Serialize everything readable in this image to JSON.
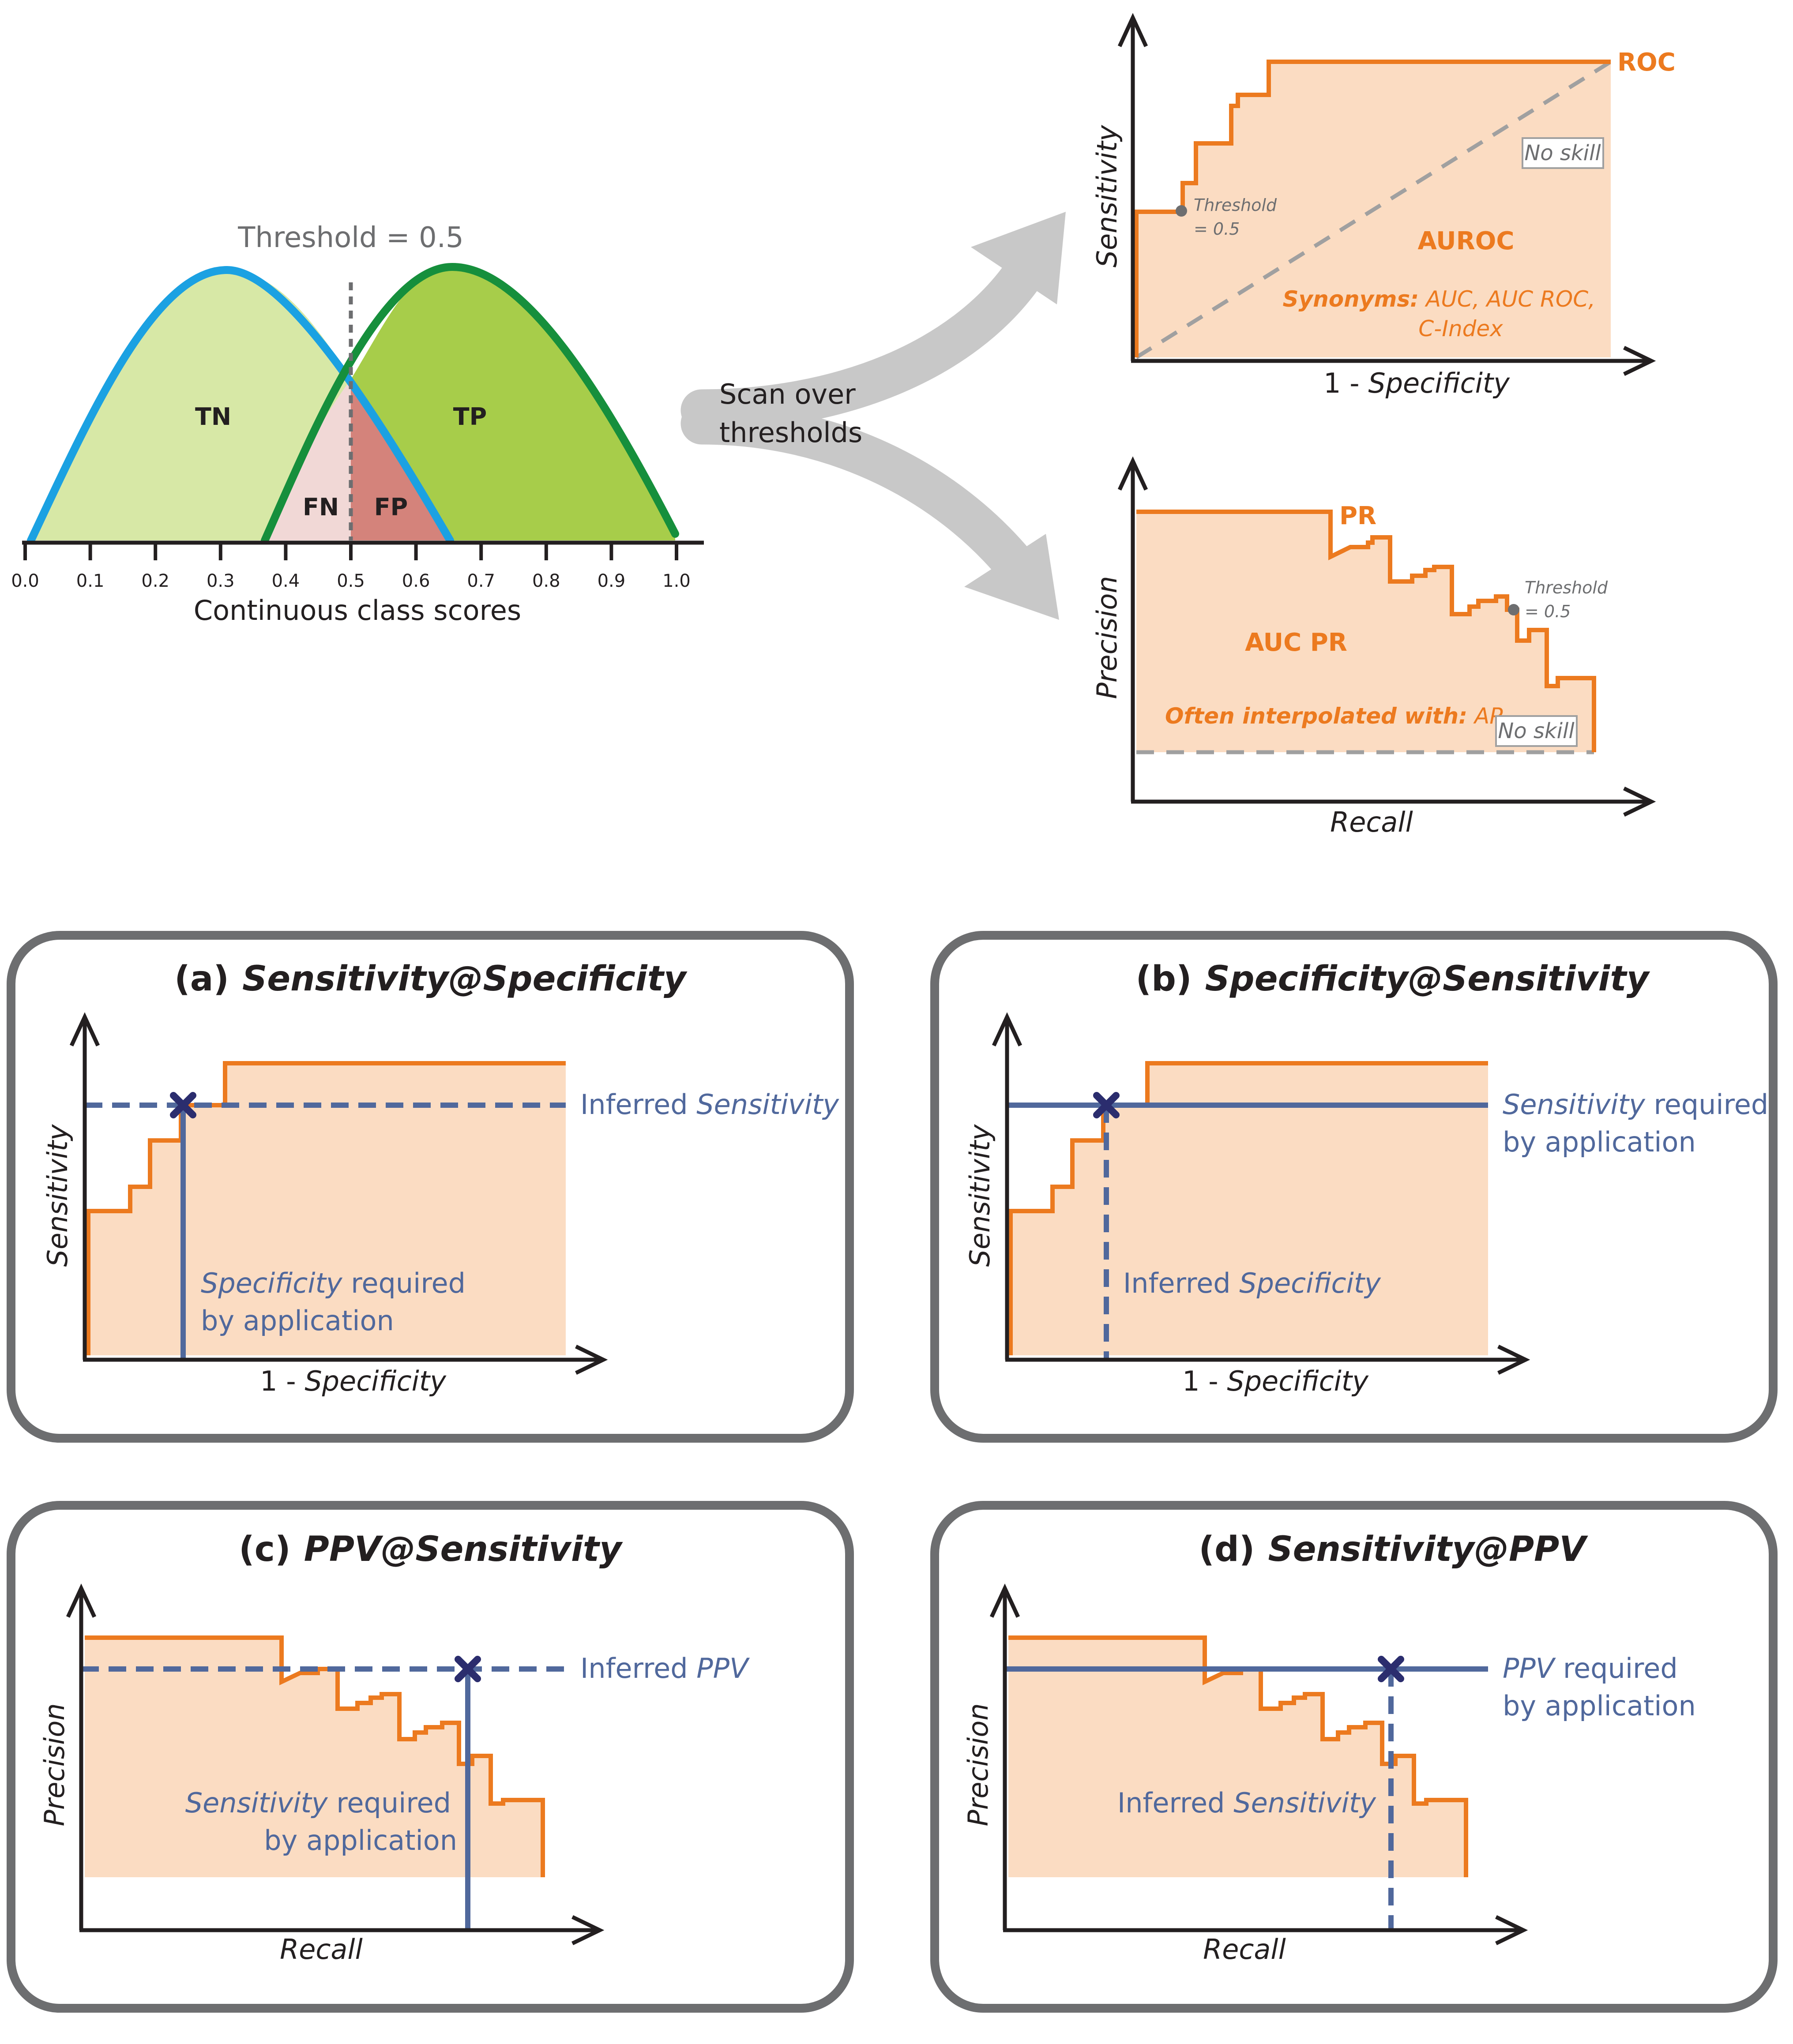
{
  "distribution": {
    "threshold_label": "Threshold = 0.5",
    "regions": {
      "tn": "TN",
      "tp": "TP",
      "fn": "FN",
      "fp": "FP"
    },
    "ticks": [
      "0.0",
      "0.1",
      "0.2",
      "0.3",
      "0.4",
      "0.5",
      "0.6",
      "0.7",
      "0.8",
      "0.9",
      "1.0"
    ],
    "xlabel": "Continuous class scores"
  },
  "scan_label": {
    "line1": "Scan over",
    "line2": "thresholds"
  },
  "roc": {
    "curve_label": "ROC",
    "ylabel": "Sensitivity",
    "xlabel_prefix": "1 - ",
    "xlabel_italic": "Specificity",
    "no_skill": "No skill",
    "threshold_line1": "Threshold",
    "threshold_line2": "= 0.5",
    "area_label": "AUROC",
    "synonyms_bold": "Synonyms:",
    "synonyms_line1": " AUC, AUC ROC,",
    "synonyms_line2": "C-Index"
  },
  "pr": {
    "curve_label": "PR",
    "ylabel": "Precision",
    "xlabel": "Recall",
    "threshold_line1": "Threshold",
    "threshold_line2": "= 0.5",
    "area_label": "AUC PR",
    "interp_bold": "Often interpolated with:",
    "interp_value": " AP",
    "no_skill": "No skill"
  },
  "panels": {
    "a": {
      "letter": "(a)",
      "title": "Sensitivity@Specificity",
      "ylabel": "Sensitivity",
      "xlabel_prefix": "1 - ",
      "xlabel_italic": "Specificity",
      "right_italic": "Sensitivity",
      "right_prefix": "Inferred ",
      "inner_italic": "Specificity",
      "inner_rest": " required",
      "inner_line2": "by application"
    },
    "b": {
      "letter": "(b)",
      "title": "Specificity@Sensitivity",
      "ylabel": "Sensitivity",
      "xlabel_prefix": "1 - ",
      "xlabel_italic": "Specificity",
      "right_italic": "Sensitivity",
      "right_rest": " required",
      "right_line2": "by application",
      "inner_prefix": "Inferred ",
      "inner_italic": "Specificity"
    },
    "c": {
      "letter": "(c)",
      "title": "PPV@Sensitivity",
      "ylabel": "Precision",
      "xlabel": "Recall",
      "right_prefix": "Inferred ",
      "right_italic": "PPV",
      "inner_italic": "Sensitivity",
      "inner_rest": " required",
      "inner_line2": "by application"
    },
    "d": {
      "letter": "(d)",
      "title": "Sensitivity@PPV",
      "ylabel": "Precision",
      "xlabel": "Recall",
      "right_italic": "PPV",
      "right_rest": " required",
      "right_line2": "by application",
      "inner_prefix": "Inferred ",
      "inner_italic": "Sensitivity"
    }
  },
  "colors": {
    "orange": "#ec7a1f",
    "orange_fill": "#fbdcc2",
    "blue_line": "#50689c",
    "cross": "#2b2d6e",
    "tn_fill": "#d7e8a6",
    "tp_fill": "#a7cd4a",
    "fn_fill": "#f1d8d6",
    "fp_fill": "#d4837b",
    "neg_curve": "#1ba1e2",
    "pos_curve": "#168f3c",
    "gray": "#a0a0a0"
  }
}
